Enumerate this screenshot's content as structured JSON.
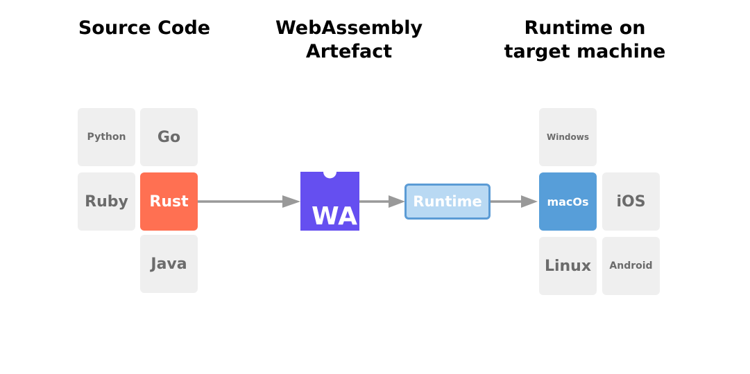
{
  "headings": {
    "source": "Source Code",
    "artefact": "WebAssembly\nArtefact",
    "runtime": "Runtime on\ntarget machine"
  },
  "languages": {
    "python": "Python",
    "go": "Go",
    "ruby": "Ruby",
    "rust": "Rust",
    "java": "Java"
  },
  "wasm": {
    "logo_text": "WA"
  },
  "runtime_label": "Runtime",
  "targets": {
    "windows": "Windows",
    "macos": "macOs",
    "ios": "iOS",
    "linux": "Linux",
    "android": "Android"
  },
  "colors": {
    "tile_bg": "#efefef",
    "tile_text": "#6b6b6b",
    "rust_highlight": "#ff7052",
    "wasm_purple": "#654ff0",
    "runtime_fill": "#b9d9f3",
    "runtime_border": "#5b9bd5",
    "macos_highlight": "#579ed9",
    "arrow": "#999999"
  }
}
